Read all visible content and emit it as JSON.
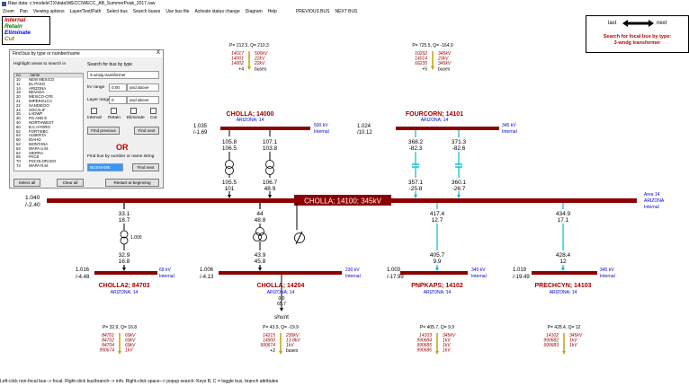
{
  "window": {
    "title": "Raw data: c:\\models\\TX\\data\\WECC\\WECC_AB_SummerPeak_2017.raw"
  },
  "menu": [
    "Zoom",
    "Pan",
    "Viewing options",
    "Layer/Text/Path",
    "Select bus",
    "Search buses",
    "Use bus file",
    "Activate status change",
    "Diagram",
    "Help",
    "PREVIOUS BUS",
    "NEXT BUS"
  ],
  "legend": [
    {
      "label": "Internal",
      "color": "#c00000"
    },
    {
      "label": "Retain",
      "color": "#008000"
    },
    {
      "label": "Eliminate",
      "color": "#0000ff"
    },
    {
      "label": "Cut",
      "color": "#808000"
    }
  ],
  "nav": {
    "last": "last",
    "next": "next",
    "desc1": "Search for focal bus by type:",
    "desc2": "3-wndg transformer"
  },
  "dialog": {
    "title": "Find bus by type or number/name",
    "close": "X",
    "highlight_label": "Highlight areas to search in",
    "col_no": "no.",
    "col_name": "name",
    "areas": [
      {
        "no": "10",
        "name": "NEW MEXICO"
      },
      {
        "no": "11",
        "name": "EL PASO"
      },
      {
        "no": "14",
        "name": "ARIZONA"
      },
      {
        "no": "18",
        "name": "NEVADA"
      },
      {
        "no": "20",
        "name": "MEXICO-CFE"
      },
      {
        "no": "21",
        "name": "IMPERIALCA"
      },
      {
        "no": "22",
        "name": "SANDIEGO"
      },
      {
        "no": "24",
        "name": "SOCALIF"
      },
      {
        "no": "26",
        "name": "LADWP"
      },
      {
        "no": "30",
        "name": "PG AND E"
      },
      {
        "no": "40",
        "name": "NORTHWEST"
      },
      {
        "no": "50",
        "name": "B.C.HYDRO"
      },
      {
        "no": "52",
        "name": "FORTISBC"
      },
      {
        "no": "54",
        "name": "ALBERTA"
      },
      {
        "no": "60",
        "name": "IDAHO"
      },
      {
        "no": "62",
        "name": "MONTANA"
      },
      {
        "no": "63",
        "name": "WAPA U.M."
      },
      {
        "no": "64",
        "name": "SIERRA"
      },
      {
        "no": "65",
        "name": "PACE"
      },
      {
        "no": "70",
        "name": "PSCOLORADO"
      },
      {
        "no": "73",
        "name": "WAPA R.M."
      }
    ],
    "search_type_label": "Search for bus by type",
    "search_type_value": "3-wndg transformer",
    "kv_label": "kV range",
    "kv_value": "0.00",
    "kv_mode": "and above",
    "layer_label": "Layer range",
    "layer_value": "0",
    "layer_mode": "and above",
    "checks": [
      "Interval",
      "Retain",
      "Eliminate",
      "Cut"
    ],
    "find_previous": "Find previous",
    "find_next": "Find next",
    "or": "OR",
    "find_by_label": "Find bus by number or name string",
    "find_by_value": "BUSNAME",
    "find_next2": "Find next",
    "select_all": "Select all",
    "clear_all": "Clear all",
    "restart": "Restart at beginning"
  },
  "diagram": {
    "focal": {
      "label": "CHOLLA; 14100; 345kV",
      "v": "1.040",
      "ang": "/-2.40",
      "area": "Area 14",
      "area_name": "ARIZONA",
      "type": "Internal"
    },
    "top_buses": [
      {
        "name": "CHOLLA; 14000",
        "area": "ARIZONA; 14",
        "kv": "500 kV",
        "type": "Internal",
        "v": "1.035",
        "ang": "/-1.69",
        "summary": "P= 212.5, Q= 210.3",
        "list": [
          [
            "14017",
            "500kV"
          ],
          [
            "14001",
            "22kV"
          ],
          [
            "14002",
            "22kV"
          ]
        ],
        "more": "+4",
        "more_label": "buses",
        "flows": [
          {
            "top": "105.8",
            "top2": "106.5",
            "bot": "105.5",
            "bot2": "101"
          },
          {
            "top": "107.1",
            "top2": "103.8",
            "bot": "106.7",
            "bot2": "48.9"
          }
        ]
      },
      {
        "name": "FOURCORN; 14101",
        "area": "ARIZONA; 14",
        "kv": "345 kV",
        "type": "Internal",
        "v": "1.024",
        "ang": "/10.12",
        "summary": "P= 725.5, Q= -164.9",
        "list": [
          [
            "10292",
            "345kV"
          ],
          [
            "14014",
            "23kV"
          ],
          [
            "66235",
            "345kV"
          ]
        ],
        "more": "+5",
        "more_label": "buses",
        "flows": [
          {
            "top": "368.2",
            "top2": "-82.3",
            "bot": "357.1",
            "bot2": "-25.8"
          },
          {
            "top": "371.3",
            "top2": "-82.6",
            "bot": "360.1",
            "bot2": "-26.7"
          }
        ]
      }
    ],
    "bottom_buses": [
      {
        "name": "CHOLLA2; 84703",
        "area": "ARIZONA; 14",
        "kv": "69 kV",
        "type": "Internal",
        "v": "1.016",
        "ang": "/-4.48",
        "f_top": "33.1",
        "f_top2": "18.7",
        "f_bot": "32.9",
        "f_bot2": "16.8",
        "tap": "1.000",
        "summary": "P= 32.9, Q= 16.8",
        "list": [
          [
            "84701",
            "69kV"
          ],
          [
            "84702",
            "69kV"
          ],
          [
            "84704",
            "69kV"
          ],
          [
            "990674",
            "1kV"
          ]
        ]
      },
      {
        "name": "CHOLLA; 14204",
        "area": "ARIZONA; 14",
        "kv": "230 kV",
        "type": "Internal",
        "v": "1.006",
        "ang": "/-4.13",
        "f_top": "44",
        "f_top2": "48.8",
        "f_bot": "43.9",
        "f_bot2": "45.8",
        "shunt_v1": "0.0",
        "shunt_v2": "65.7",
        "shunt": "shunt",
        "summary": "P= 43.9, Q= -19.9",
        "list": [
          [
            "14215",
            "230kV"
          ],
          [
            "14900",
            "13.8kV"
          ],
          [
            "990674",
            "1kV"
          ]
        ],
        "more": "+2",
        "more_label": "buses"
      },
      {
        "name": "PNPKAPS; 14102",
        "area": "ARIZONA; 14",
        "kv": "345 kV",
        "type": "Internal",
        "v": "1.003",
        "ang": "/-17.99",
        "f_top": "417.4",
        "f_top2": "12.7",
        "f_bot": "405.7",
        "f_bot2": "9.9",
        "summary": "P= 405.7, Q= 9.9",
        "list": [
          [
            "14103",
            "345kV"
          ],
          [
            "990684",
            "1kV"
          ],
          [
            "990685",
            "1kV"
          ],
          [
            "990686",
            "1kV"
          ]
        ]
      },
      {
        "name": "PRECHCYN; 14103",
        "area": "ARIZONA; 14",
        "kv": "345 kV",
        "type": "Internal",
        "v": "1.019",
        "ang": "/-19.49",
        "f_top": "434.9",
        "f_top2": "17.1",
        "f_bot": "428.4",
        "f_bot2": "12",
        "summary": "P= 428.4, Q= 12",
        "list": [
          [
            "14102",
            "345kV"
          ],
          [
            "990682",
            "1kV"
          ],
          [
            "990683",
            "1kV"
          ]
        ]
      }
    ]
  },
  "status": "Left-click non-focal bus--> focal. Right-click bus/branch--> info. Right-click space--> popup search. Keys B, C = toggle bus, branch attributes"
}
